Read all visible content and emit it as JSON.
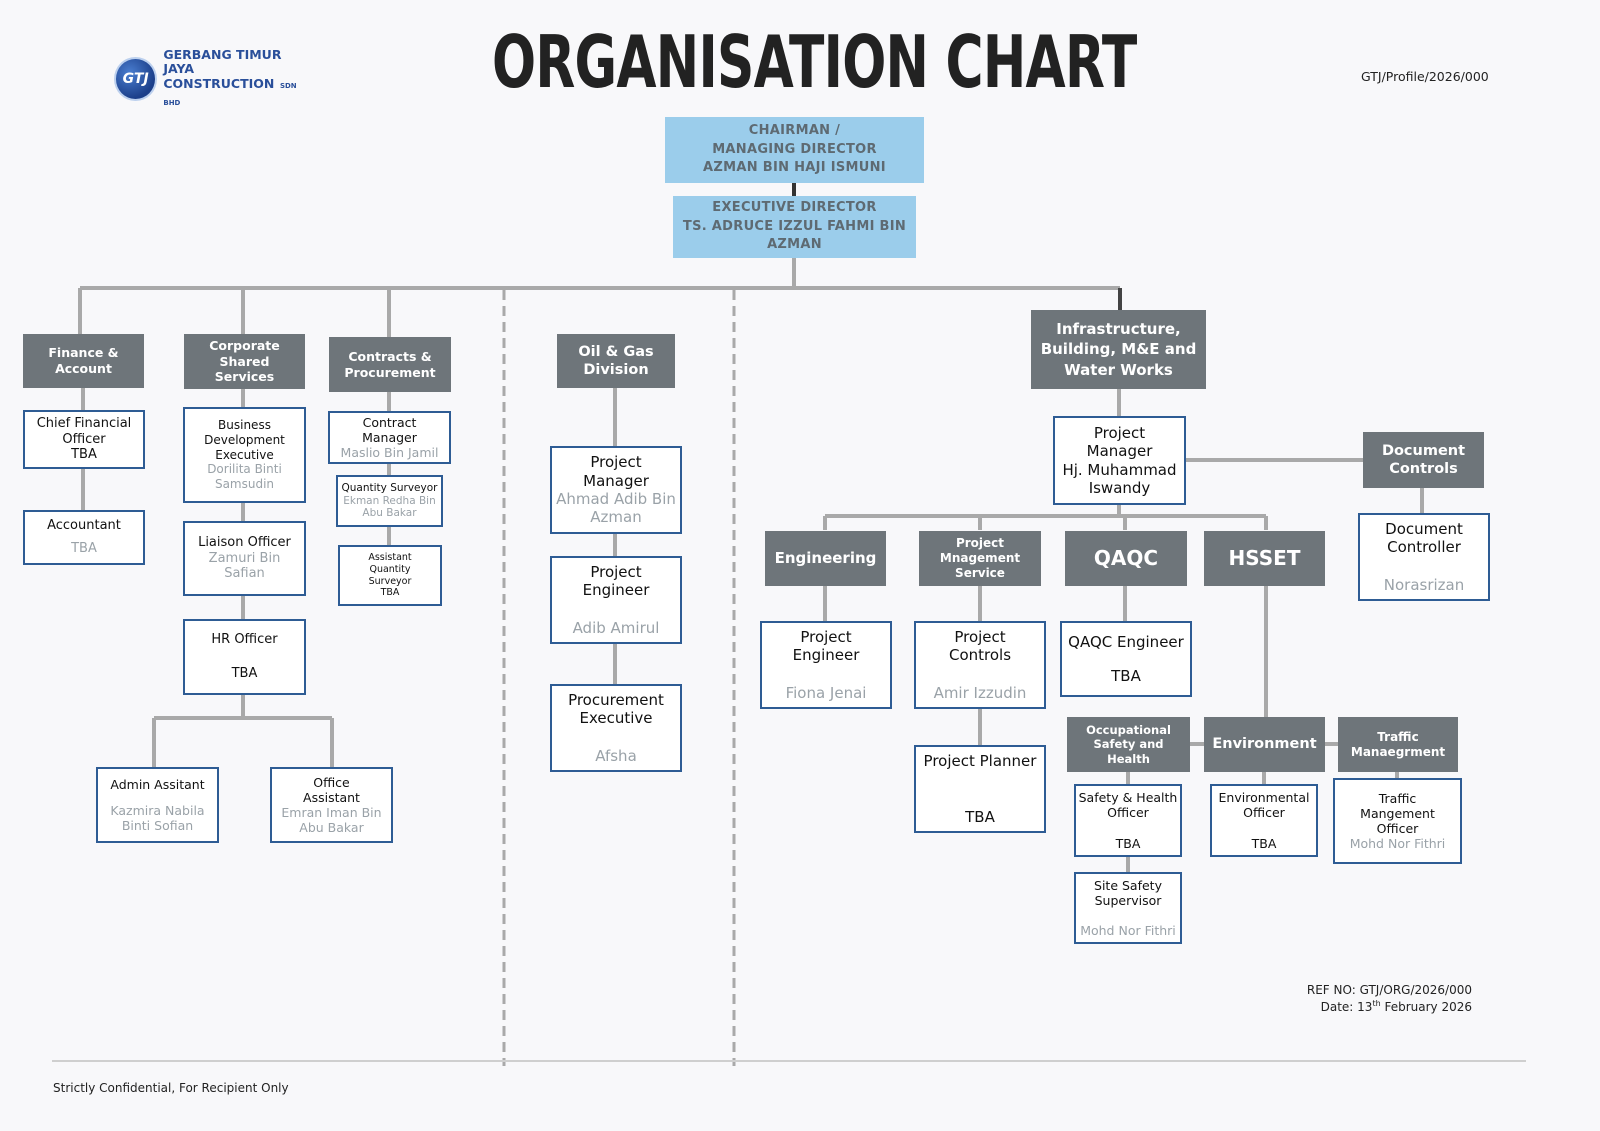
{
  "logo": {
    "initials": "GTJ",
    "name_line1": "GERBANG TIMUR JAYA",
    "name_line2": "CONSTRUCTION",
    "suffix": "SDN BHD"
  },
  "page_title": "ORGANISATION CHART",
  "profile_ref": "GTJ/Profile/2026/000",
  "chairman": {
    "line1": "CHAIRMAN /",
    "line2": "MANAGING DIRECTOR",
    "name": "AZMAN BIN HAJI ISMUNI"
  },
  "executive_director": {
    "line1": "EXECUTIVE DIRECTOR",
    "line2": "TS. ADRUCE IZZUL FAHMI BIN",
    "line3": "AZMAN"
  },
  "finance": {
    "dept": [
      "Finance &",
      "Account"
    ],
    "cfo": {
      "title": [
        "Chief Financial",
        "Officer"
      ],
      "name": "TBA"
    },
    "accountant": {
      "title": "Accountant",
      "name": "TBA"
    }
  },
  "corporate": {
    "dept": [
      "Corporate",
      "Shared",
      "Services"
    ],
    "bde": {
      "title": [
        "Business",
        "Development",
        "Executive"
      ],
      "name": [
        "Dorilita Binti",
        "Samsudin"
      ]
    },
    "liaison": {
      "title": "Liaison Officer",
      "name": [
        "Zamuri Bin",
        "Safian"
      ]
    },
    "hr": {
      "title": "HR Officer",
      "name": "TBA"
    },
    "admin": {
      "title": "Admin Assitant",
      "name": [
        "Kazmira Nabila",
        "Binti Sofian"
      ]
    },
    "office": {
      "title": [
        "Office",
        "Assistant"
      ],
      "name": [
        "Emran Iman Bin",
        "Abu Bakar"
      ]
    }
  },
  "contracts": {
    "dept": [
      "Contracts &",
      "Procurement"
    ],
    "cm": {
      "title": [
        "Contract",
        "Manager"
      ],
      "name": "Maslio Bin Jamil"
    },
    "qs": {
      "title": "Quantity Surveyor",
      "name": [
        "Ekman Redha Bin",
        "Abu Bakar"
      ]
    },
    "aqs": {
      "title": [
        "Assistant",
        "Quantity",
        "Surveyor"
      ],
      "name": "TBA"
    }
  },
  "oilgas": {
    "dept": [
      "Oil & Gas",
      "Division"
    ],
    "pm": {
      "title": [
        "Project",
        "Manager"
      ],
      "name": [
        "Ahmad Adib Bin",
        "Azman"
      ]
    },
    "pe": {
      "title": [
        "Project",
        "Engineer"
      ],
      "name": "Adib Amirul"
    },
    "proc": {
      "title": [
        "Procurement",
        "Executive"
      ],
      "name": "Afsha"
    }
  },
  "infra": {
    "dept": [
      "Infrastructure,",
      "Building, M&E and",
      "Water Works"
    ],
    "pm": {
      "title": [
        "Project",
        "Manager"
      ],
      "name": [
        "Hj. Muhammad",
        "Iswandy"
      ]
    },
    "doc": {
      "dept": [
        "Document",
        "Controls"
      ],
      "title": [
        "Document",
        "Controller"
      ],
      "name": "Norasrizan"
    },
    "engineering": {
      "dept": "Engineering",
      "title": [
        "Project",
        "Engineer"
      ],
      "name": "Fiona Jenai"
    },
    "pms": {
      "dept": [
        "Project",
        "Mnagement",
        "Service"
      ],
      "pc": {
        "title": [
          "Project",
          "Controls"
        ],
        "name": "Amir Izzudin"
      },
      "pp": {
        "title": "Project Planner",
        "name": "TBA"
      }
    },
    "qaqc": {
      "dept": "QAQC",
      "title": "QAQC Engineer",
      "name": "TBA"
    },
    "hsset": {
      "dept": "HSSET",
      "osh": {
        "dept": [
          "Occupational",
          "Safety and",
          "Health"
        ],
        "sho": {
          "title": [
            "Safety & Health",
            "Officer"
          ],
          "name": "TBA"
        },
        "sss": {
          "title": [
            "Site Safety",
            "Supervisor"
          ],
          "name": "Mohd Nor Fithri"
        }
      },
      "env": {
        "dept": "Environment",
        "title": [
          "Environmental",
          "Officer"
        ],
        "name": "TBA"
      },
      "traffic": {
        "dept": [
          "Traffic",
          "Manaegrment"
        ],
        "title": [
          "Traffic",
          "Mangement",
          "Officer"
        ],
        "name": "Mohd Nor Fithri"
      }
    }
  },
  "footer": {
    "ref_no": "REF NO: GTJ/ORG/2026/000",
    "date_prefix": "Date: 13",
    "date_sup": "th",
    "date_suffix": " February 2026",
    "confidential": "Strictly Confidential, For Recipient Only"
  },
  "colors": {
    "blue_box": "#9bcdeb",
    "dept_grey": "#6e757a",
    "box_border": "#2e5c94",
    "connector": "#a9a9a9",
    "name_grey": "#9aa2a8"
  }
}
